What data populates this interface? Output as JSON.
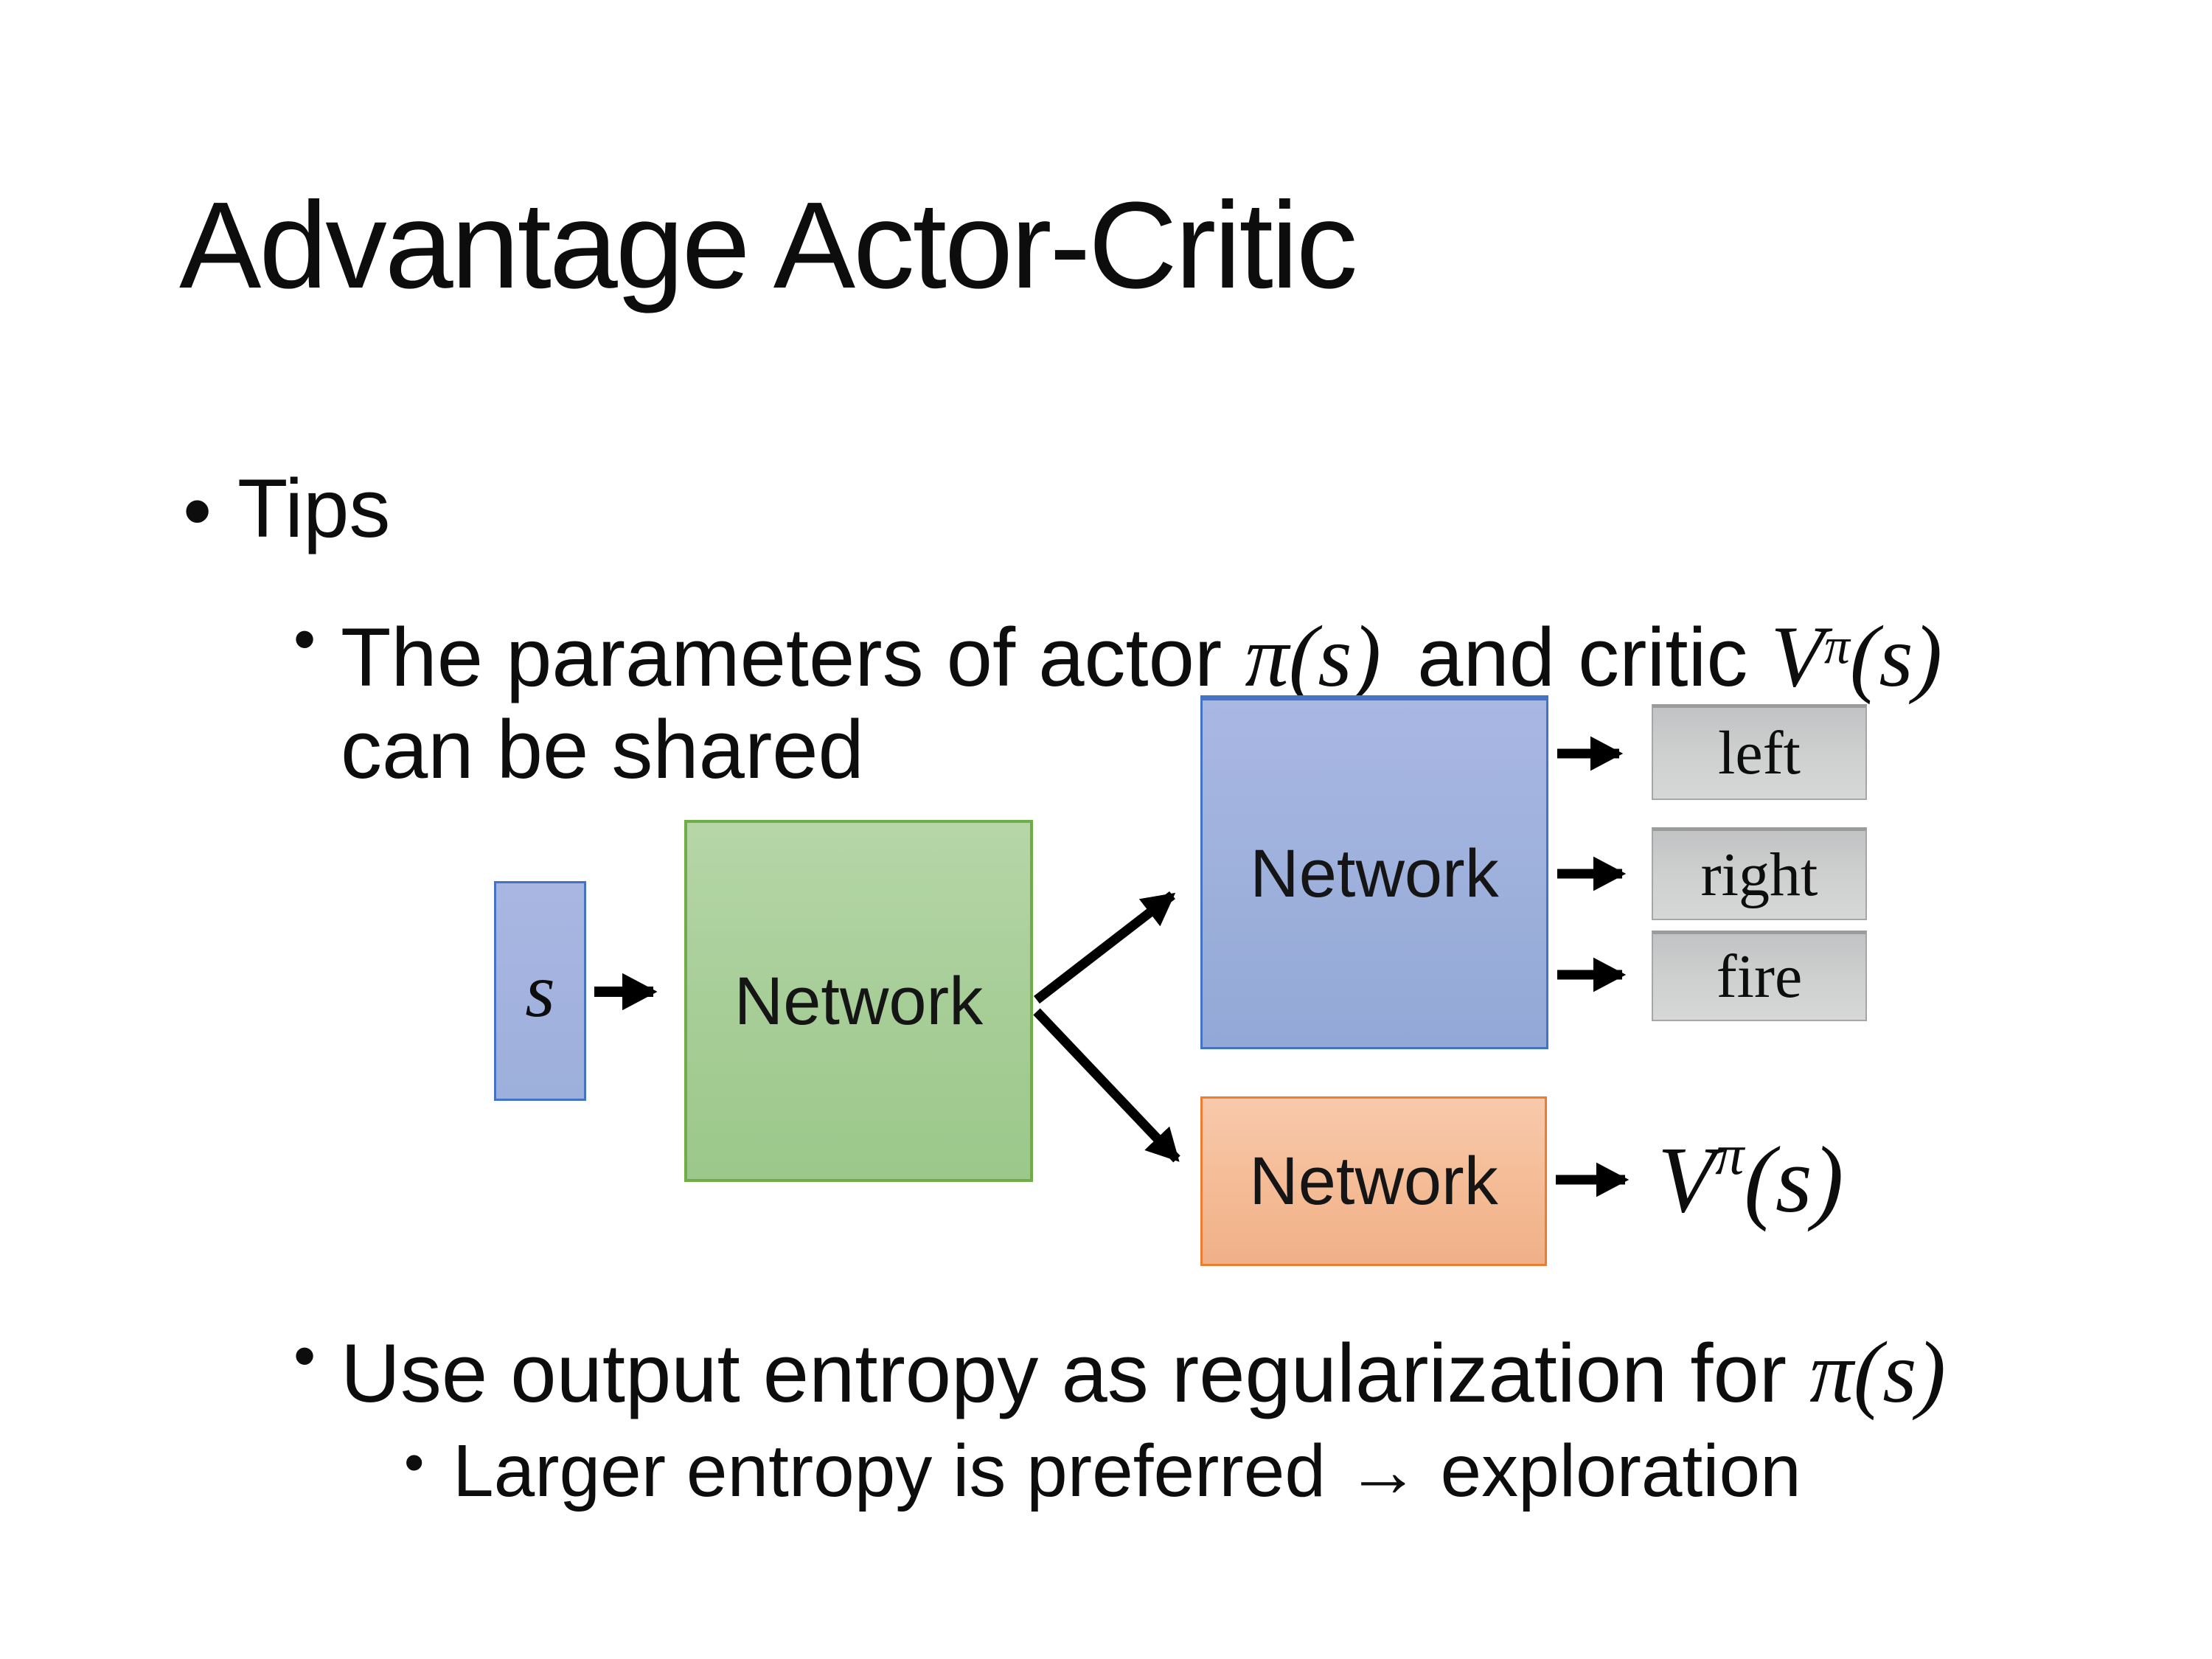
{
  "slide": {
    "title": "Advantage Actor-Critic",
    "bullets": {
      "tips": "Tips",
      "params_pre": "The parameters of actor ",
      "params_math_pi": "π(s)",
      "params_mid": " and critic ",
      "params_v_base": "V",
      "params_v_sup": "π",
      "params_v_args": "(s)",
      "params_line2": "can be shared",
      "entropy_pre": "Use output entropy as regularization for ",
      "entropy_math_pi": "π(s)",
      "exploration": "Larger entropy is preferred → exploration",
      "bullet_glyph": "•"
    },
    "diagram": {
      "state_label": "s",
      "shared_network_label": "Network",
      "actor_network_label": "Network",
      "critic_network_label": "Network",
      "actions": [
        "left",
        "right",
        "fire"
      ],
      "critic_output_base": "V",
      "critic_output_sup": "π",
      "critic_output_args": "(s)"
    },
    "colors": {
      "background": "#ffffff",
      "text": "#0d0d0d",
      "green_border": "#70ad47",
      "green_fill": "#a6cd96",
      "blue_border": "#4472c4",
      "blue_fill": "#9cafdb",
      "orange_border": "#ed7d31",
      "orange_fill": "#f4ba93",
      "gray_border": "#a6a6a6",
      "gray_fill": "#cfd0d0",
      "arrow": "#000000"
    }
  }
}
